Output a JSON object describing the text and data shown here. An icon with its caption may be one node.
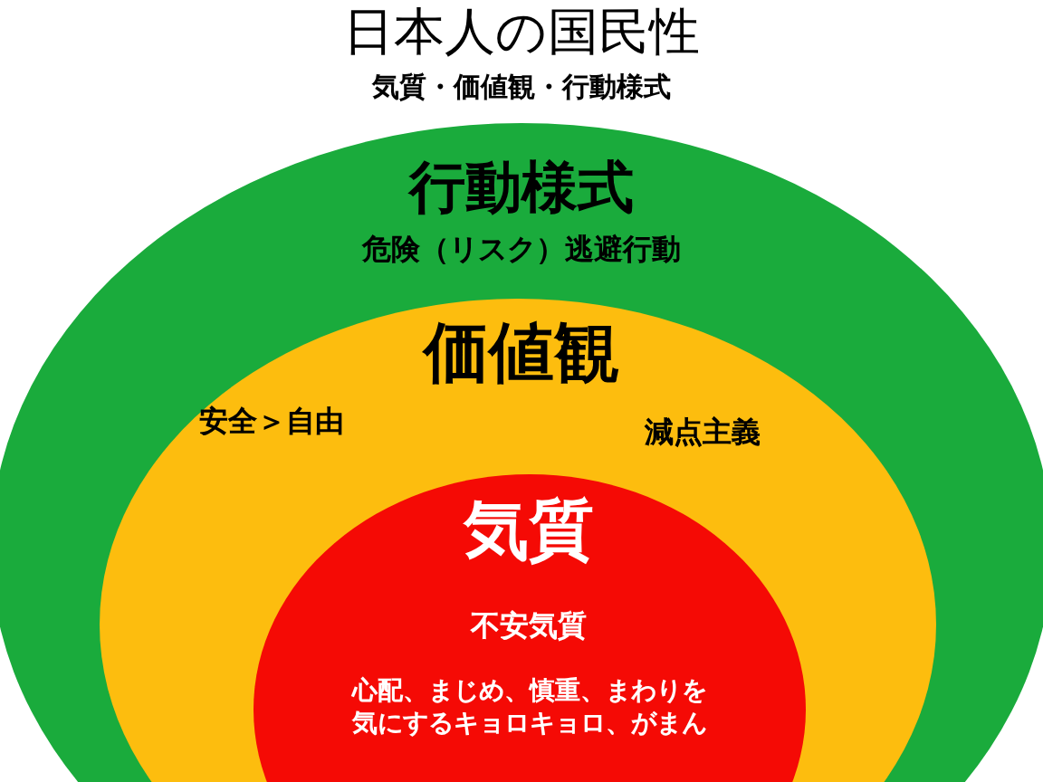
{
  "diagram": {
    "title": "日本人の国民性",
    "nodes": [
      {
        "text": [
          "行動様式",
          "危険（リスク）逃避行動"
        ]
      },
      {
        "text": [
          "価値観",
          "安全＞自由",
          "減点主義"
        ],
        "in": 0
      },
      {
        "text": [
          "気質",
          "不安気質",
          "心配、まじめ、慎重、まわりを気にするキョロキョロ、がまん"
        ],
        "in": 1
      }
    ],
    "labels": [
      "気質・価値観・行動様式"
    ]
  }
}
